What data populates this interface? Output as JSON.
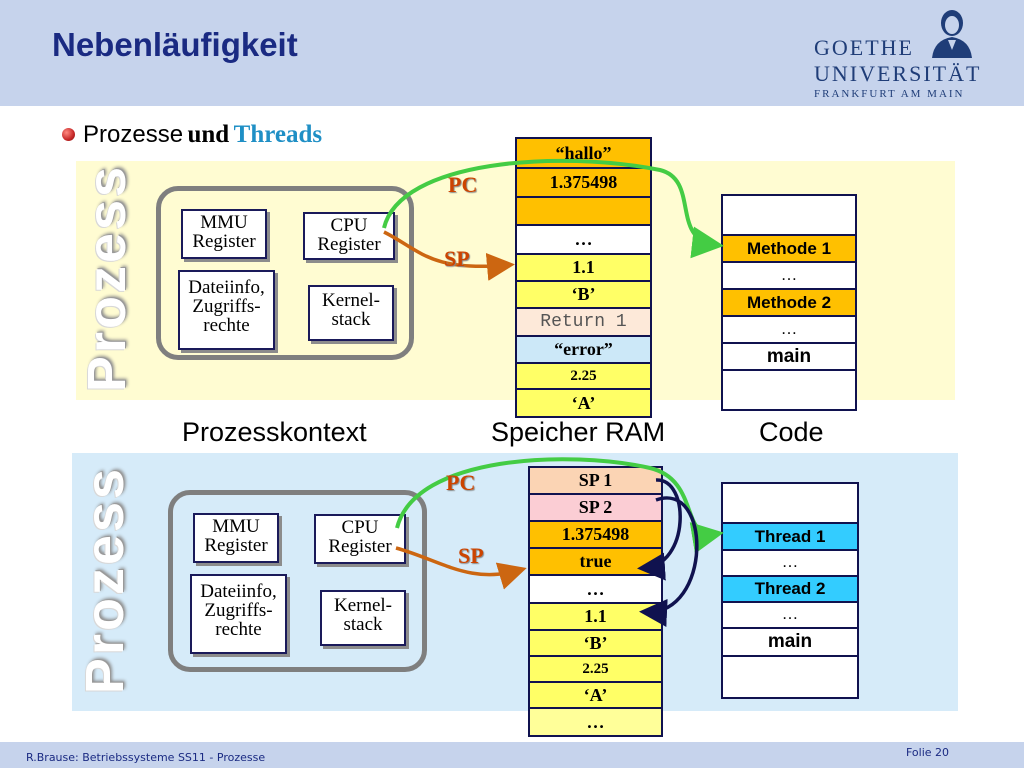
{
  "header": {
    "title": "Nebenläufigkeit"
  },
  "logo": {
    "line1": "GOETHE",
    "line2": "UNIVERSITÄT",
    "line3": "FRANKFURT AM MAIN"
  },
  "bullet": {
    "word1": "Prozesse",
    "word2": "und",
    "word3": "Threads"
  },
  "panel1": {
    "vertical_label": "Prozess",
    "registers": {
      "mmu": "MMU\nRegister",
      "cpu": "CPU\nRegister",
      "dateiinfo": "Dateiinfo,\nZugriffs-\nrechte",
      "kernel": "Kernel-\nstack"
    },
    "pc_label": "PC",
    "sp_label": "SP",
    "memory": [
      "“hallo”",
      "1.375498",
      "",
      "…",
      "1.1",
      "‘B’",
      "Return 1",
      "“error”",
      "2.25",
      "‘A’"
    ],
    "code": [
      "",
      "Methode 1",
      "…",
      "Methode 2",
      "…",
      "main",
      ""
    ]
  },
  "captions": {
    "context": "Prozesskontext",
    "ram": "Speicher RAM",
    "code": "Code"
  },
  "panel2": {
    "vertical_label": "Prozess",
    "registers": {
      "mmu": "MMU\nRegister",
      "cpu": "CPU\nRegister",
      "dateiinfo": "Dateiinfo,\nZugriffs-\nrechte",
      "kernel": "Kernel-\nstack"
    },
    "pc_label": "PC",
    "sp_label": "SP",
    "memory": [
      "SP 1",
      "SP 2",
      "1.375498",
      "true",
      "…",
      "1.1",
      "‘B’",
      "2.25",
      "‘A’",
      "…"
    ],
    "code": [
      "",
      "Thread 1",
      "…",
      "Thread 2",
      "…",
      "main",
      ""
    ]
  },
  "footer": {
    "left": "R.Brause: Betriebssysteme SS11  -   Prozesse",
    "right": "Folie 20"
  },
  "colors": {
    "title": "#1a2a82",
    "header_bg": "#c6d3ec",
    "yellow_band": "#fffcd2",
    "blue_band": "#d6ebf9",
    "pc_sp_text": "#cc4400",
    "pc_arrow": "#44cc44",
    "sp_arrow": "#cc6611",
    "thread_arrow": "#10124f"
  }
}
